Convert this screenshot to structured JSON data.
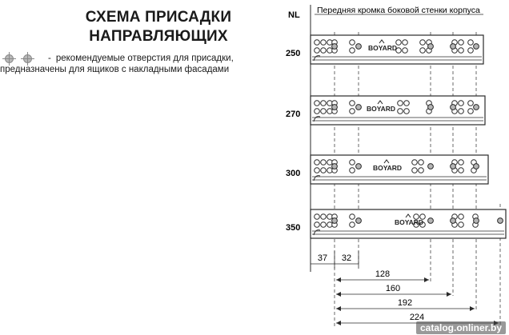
{
  "title": {
    "line1": "СХЕМА ПРИСАДКИ",
    "line2": "НАПРАВЛЯЮЩИХ"
  },
  "legend": {
    "dash": "-",
    "line1": "рекомендуемые отверстия для присадки,",
    "line2": "предназначены для ящиков с накладными фасадами"
  },
  "nl_label": "NL",
  "edge_label": "Передняя кромка боковой стенки корпуса",
  "brand_logo": "BOYARD",
  "rails": [
    {
      "length": "250"
    },
    {
      "length": "270"
    },
    {
      "length": "300"
    },
    {
      "length": "350"
    }
  ],
  "dimensions": {
    "d37": "37",
    "d32": "32",
    "d128": "128",
    "d160": "160",
    "d192": "192",
    "d224": "224"
  },
  "watermark": "catalog.onliner.by",
  "colors": {
    "line": "#2a2a2a",
    "hole_fill": "#b5b5b5",
    "dashed": "#444444"
  }
}
